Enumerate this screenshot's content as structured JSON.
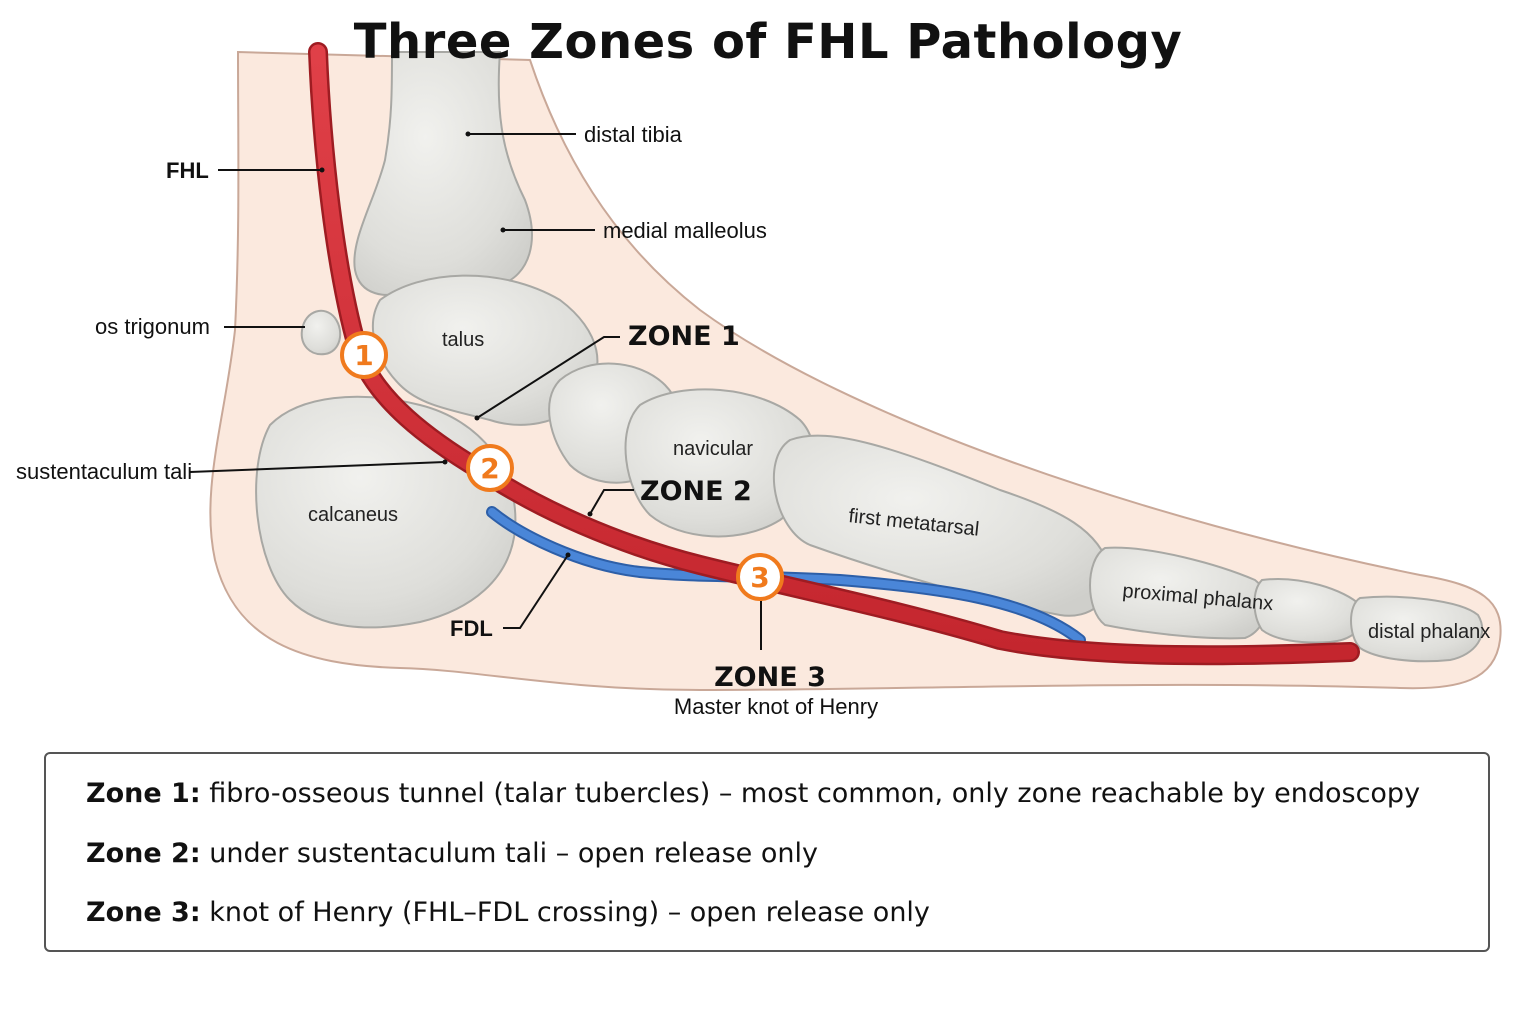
{
  "title": "Three Zones of FHL Pathology",
  "labels": {
    "fhl": "FHL",
    "os_trigonum": "os trigonum",
    "sustentaculum": "sustentaculum tali",
    "distal_tibia": "distal tibia",
    "medial_malleolus": "medial malleolus",
    "fdl": "FDL"
  },
  "bones": {
    "talus": "talus",
    "calcaneus": "calcaneus",
    "navicular": "navicular",
    "first_metatarsal": "first metatarsal",
    "proximal_phalanx": "proximal phalanx",
    "distal_phalanx": "distal phalanx"
  },
  "zones": [
    {
      "marker": "1",
      "label": "ZONE 1",
      "subtitle": ""
    },
    {
      "marker": "2",
      "label": "ZONE 2",
      "subtitle": ""
    },
    {
      "marker": "3",
      "label": "ZONE 3",
      "subtitle": "Master knot of Henry"
    }
  ],
  "legend": [
    {
      "key": "Zone 1:",
      "text": "fibro-osseous tunnel (talar tubercles) – most common, only zone reachable by endoscopy"
    },
    {
      "key": "Zone 2:",
      "text": "under sustentaculum tali – open release only"
    },
    {
      "key": "Zone 3:",
      "text": "knot of Henry (FHL–FDL crossing) – open release only"
    }
  ],
  "colors": {
    "fhl_tendon": "#d6323a",
    "fdl_tendon": "#4a86d8",
    "marker": "#f07a1d",
    "skin": "#fbe9de",
    "bone": "#e2e2de"
  }
}
